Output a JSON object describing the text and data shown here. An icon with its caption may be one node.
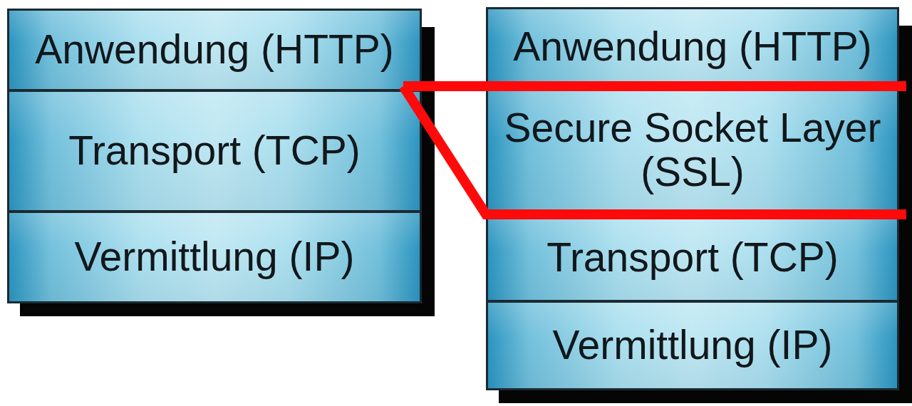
{
  "diagram": {
    "nodes": [
      {
        "text": [],
        "shape": "box"
      },
      {
        "text": [
          "Anwendung (HTTP)"
        ],
        "in": 0
      },
      {
        "text": [
          "Transport (TCP)"
        ],
        "in": 0
      },
      {
        "text": [
          "Vermittlung (IP)"
        ],
        "in": 0
      },
      {
        "text": [],
        "shape": "box"
      },
      {
        "text": [
          "Anwendung (HTTP)"
        ],
        "in": 4
      },
      {
        "text": [
          "Secure Socket Layer (SSL)"
        ],
        "in": 4
      },
      {
        "text": [
          "Transport (TCP)"
        ],
        "in": 4
      },
      {
        "text": [
          "Vermittlung (IP)"
        ],
        "in": 4
      }
    ]
  }
}
